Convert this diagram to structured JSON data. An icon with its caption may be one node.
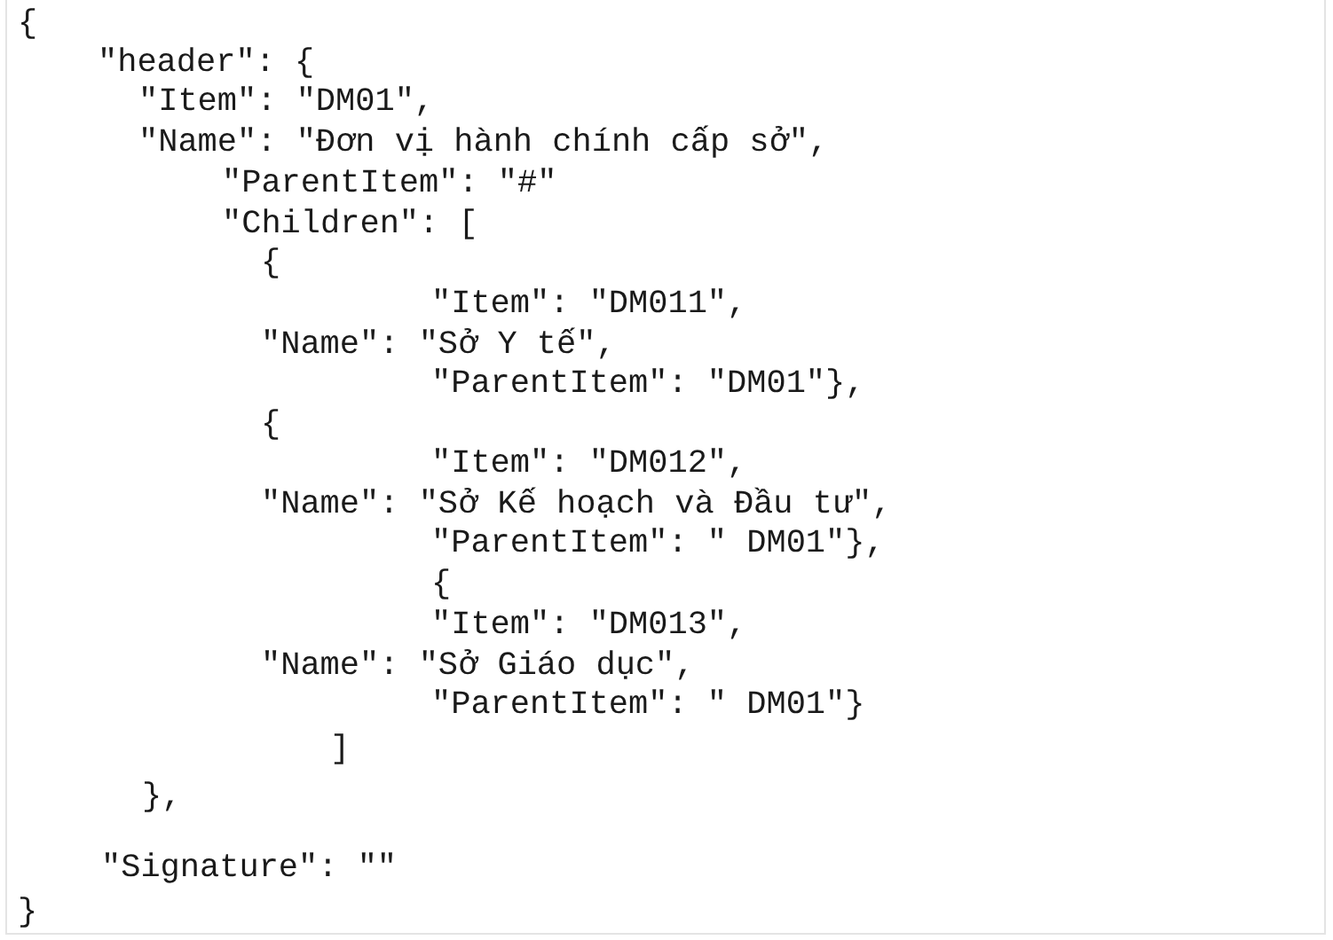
{
  "diagram": {
    "labels": [
      "{",
      "\"header\": {",
      "\"Item\": \"DM01\",",
      "\"Name\": \"Đơn vị hành chính cấp sở\",",
      "\"ParentItem\": \"#\"",
      "\"Children\": [",
      "{",
      "\"Item\": \"DM011\",",
      "\"Name\": \"Sở Y tế\",",
      "\"ParentItem\": \"DM01\"},",
      "{",
      "\"Item\": \"DM012\",",
      "\"Name\": \"Sở Kế hoạch và Đầu tư\",",
      "\"ParentItem\": \" DM01\"},",
      "{",
      "\"Item\": \"DM013\",",
      "\"Name\": \"Sở Giáo dục\",",
      "\"ParentItem\": \" DM01\"}",
      "]",
      "},",
      "\"Signature\": \"\"",
      "}"
    ]
  }
}
